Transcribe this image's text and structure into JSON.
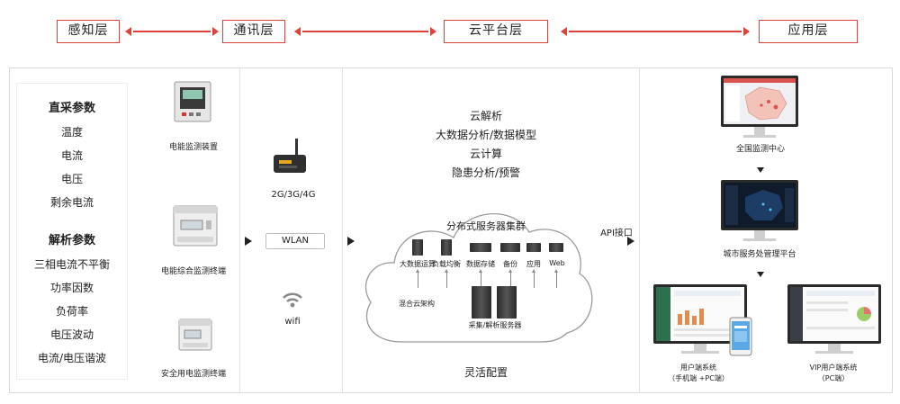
{
  "layers": [
    "感知层",
    "通讯层",
    "云平台层",
    "应用层"
  ],
  "sensing": {
    "direct_title": "直采参数",
    "direct_items": [
      "温度",
      "电流",
      "电压",
      "剩余电流"
    ],
    "analysis_title": "解析参数",
    "analysis_items": [
      "三相电流不平衡",
      "功率因数",
      "负荷率",
      "电压波动",
      "电流/电压谐波"
    ]
  },
  "devices": [
    "电能监测装置",
    "电能综合监测终端",
    "安全用电监测终端"
  ],
  "comm": {
    "network": "2G/3G/4G",
    "wlan": "WLAN",
    "wifi": "wifi"
  },
  "cloud": {
    "lines": [
      "云解析",
      "大数据分析/数据模型",
      "云计算",
      "隐患分析/预警"
    ],
    "cluster_title": "分布式服务器集群",
    "servers": [
      "大数据运算",
      "负载均衡",
      "数据存储",
      "备份",
      "应用",
      "Web"
    ],
    "hybrid": "混合云架构",
    "collector": "采集/解析服务器",
    "flex": "灵活配置"
  },
  "api": "API接口",
  "apps": {
    "national": "全国监测中心",
    "city": "城市服务处管理平台",
    "user_line1": "用户端系统",
    "user_line2": "（手机端 +PC端）",
    "vip_line1": "VIP用户端系统",
    "vip_line2": "（PC端）"
  },
  "colors": {
    "accent": "#e0413a",
    "text": "#222222"
  }
}
